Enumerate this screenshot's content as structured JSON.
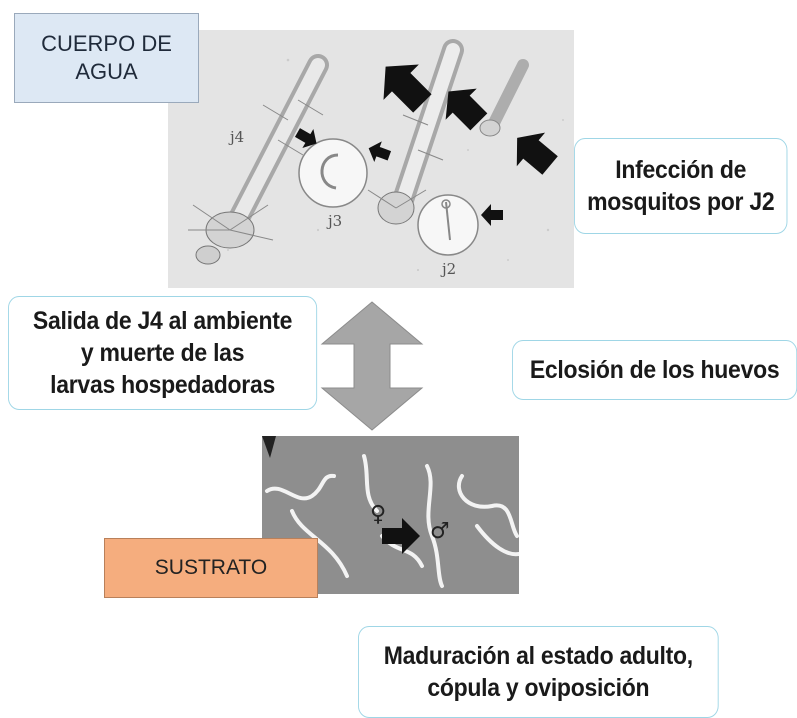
{
  "labels": {
    "water_body": "CUERPO DE\nAGUA",
    "substrate": "SUSTRATO"
  },
  "callouts": {
    "infection": "Infección de\nmosquitos por J2",
    "exit": "Salida de J4 al ambiente\ny muerte de las\nlarvas hospedadoras",
    "hatching": "Eclosión de los huevos",
    "maturation": "Maduración al estado adulto,\ncópula y oviposición"
  },
  "photo_labels": {
    "j4": "j4",
    "j3": "j3",
    "j2": "j2",
    "female": "♀",
    "male": "♂"
  },
  "colors": {
    "water_label_bg": "#dde8f4",
    "substrate_label_bg": "#f5ad7e",
    "callout_border": "#9fd6e6",
    "double_arrow": "#a6a6a6",
    "photo_top_bg": "#e4e4e4",
    "photo_bottom_bg": "#8e8e8e"
  }
}
